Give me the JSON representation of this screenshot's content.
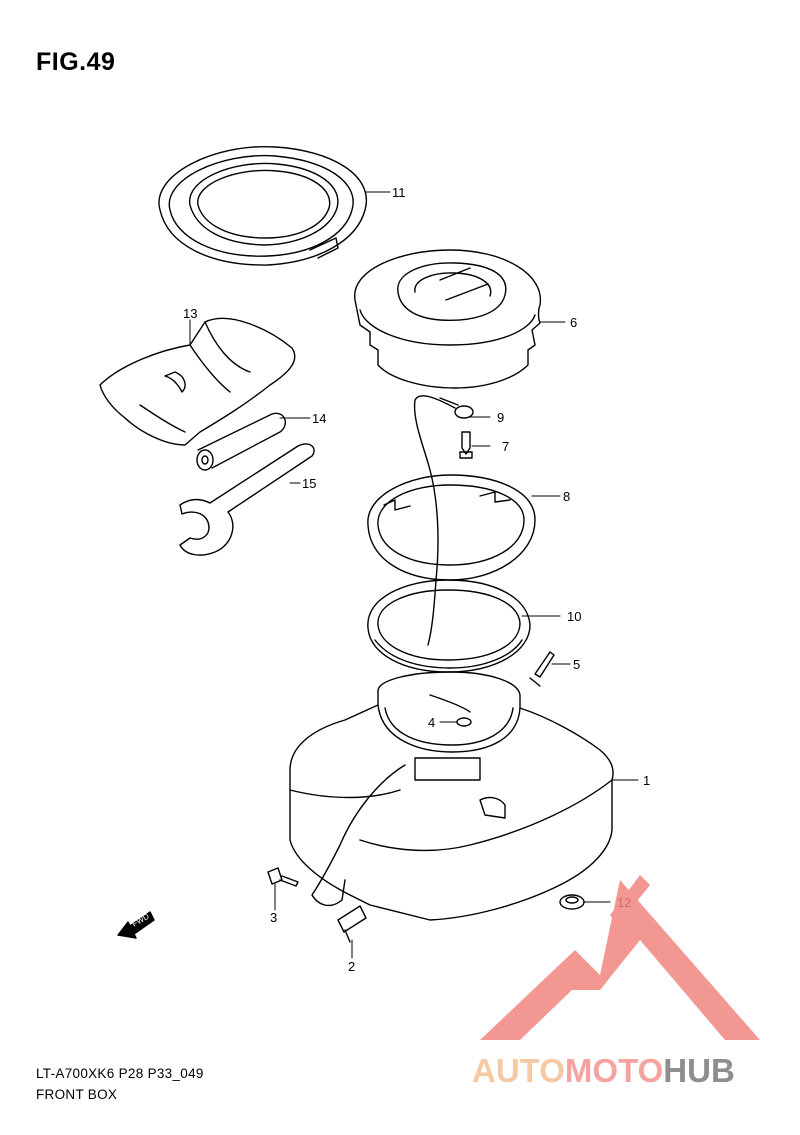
{
  "figure": {
    "title": "FIG.49"
  },
  "footer": {
    "model_code": "LT-A700XK6 P28 P33_049",
    "section_name": "FRONT BOX"
  },
  "fwd_arrow": {
    "label": "FWD"
  },
  "callouts": {
    "c1": "1",
    "c2": "2",
    "c3": "3",
    "c4": "4",
    "c5": "5",
    "c6": "6",
    "c7": "7",
    "c8": "8",
    "c9": "9",
    "c10": "10",
    "c11": "11",
    "c12": "12",
    "c13": "13",
    "c14": "14",
    "c15": "15"
  },
  "watermark": {
    "part1": "AUTO",
    "part2": "MOTO",
    "part3": "HUB",
    "colors": {
      "part1": "#f5c9a3",
      "part2": "#f4a3a0",
      "part3": "#8e8e8e",
      "logo": "#f08580"
    }
  }
}
